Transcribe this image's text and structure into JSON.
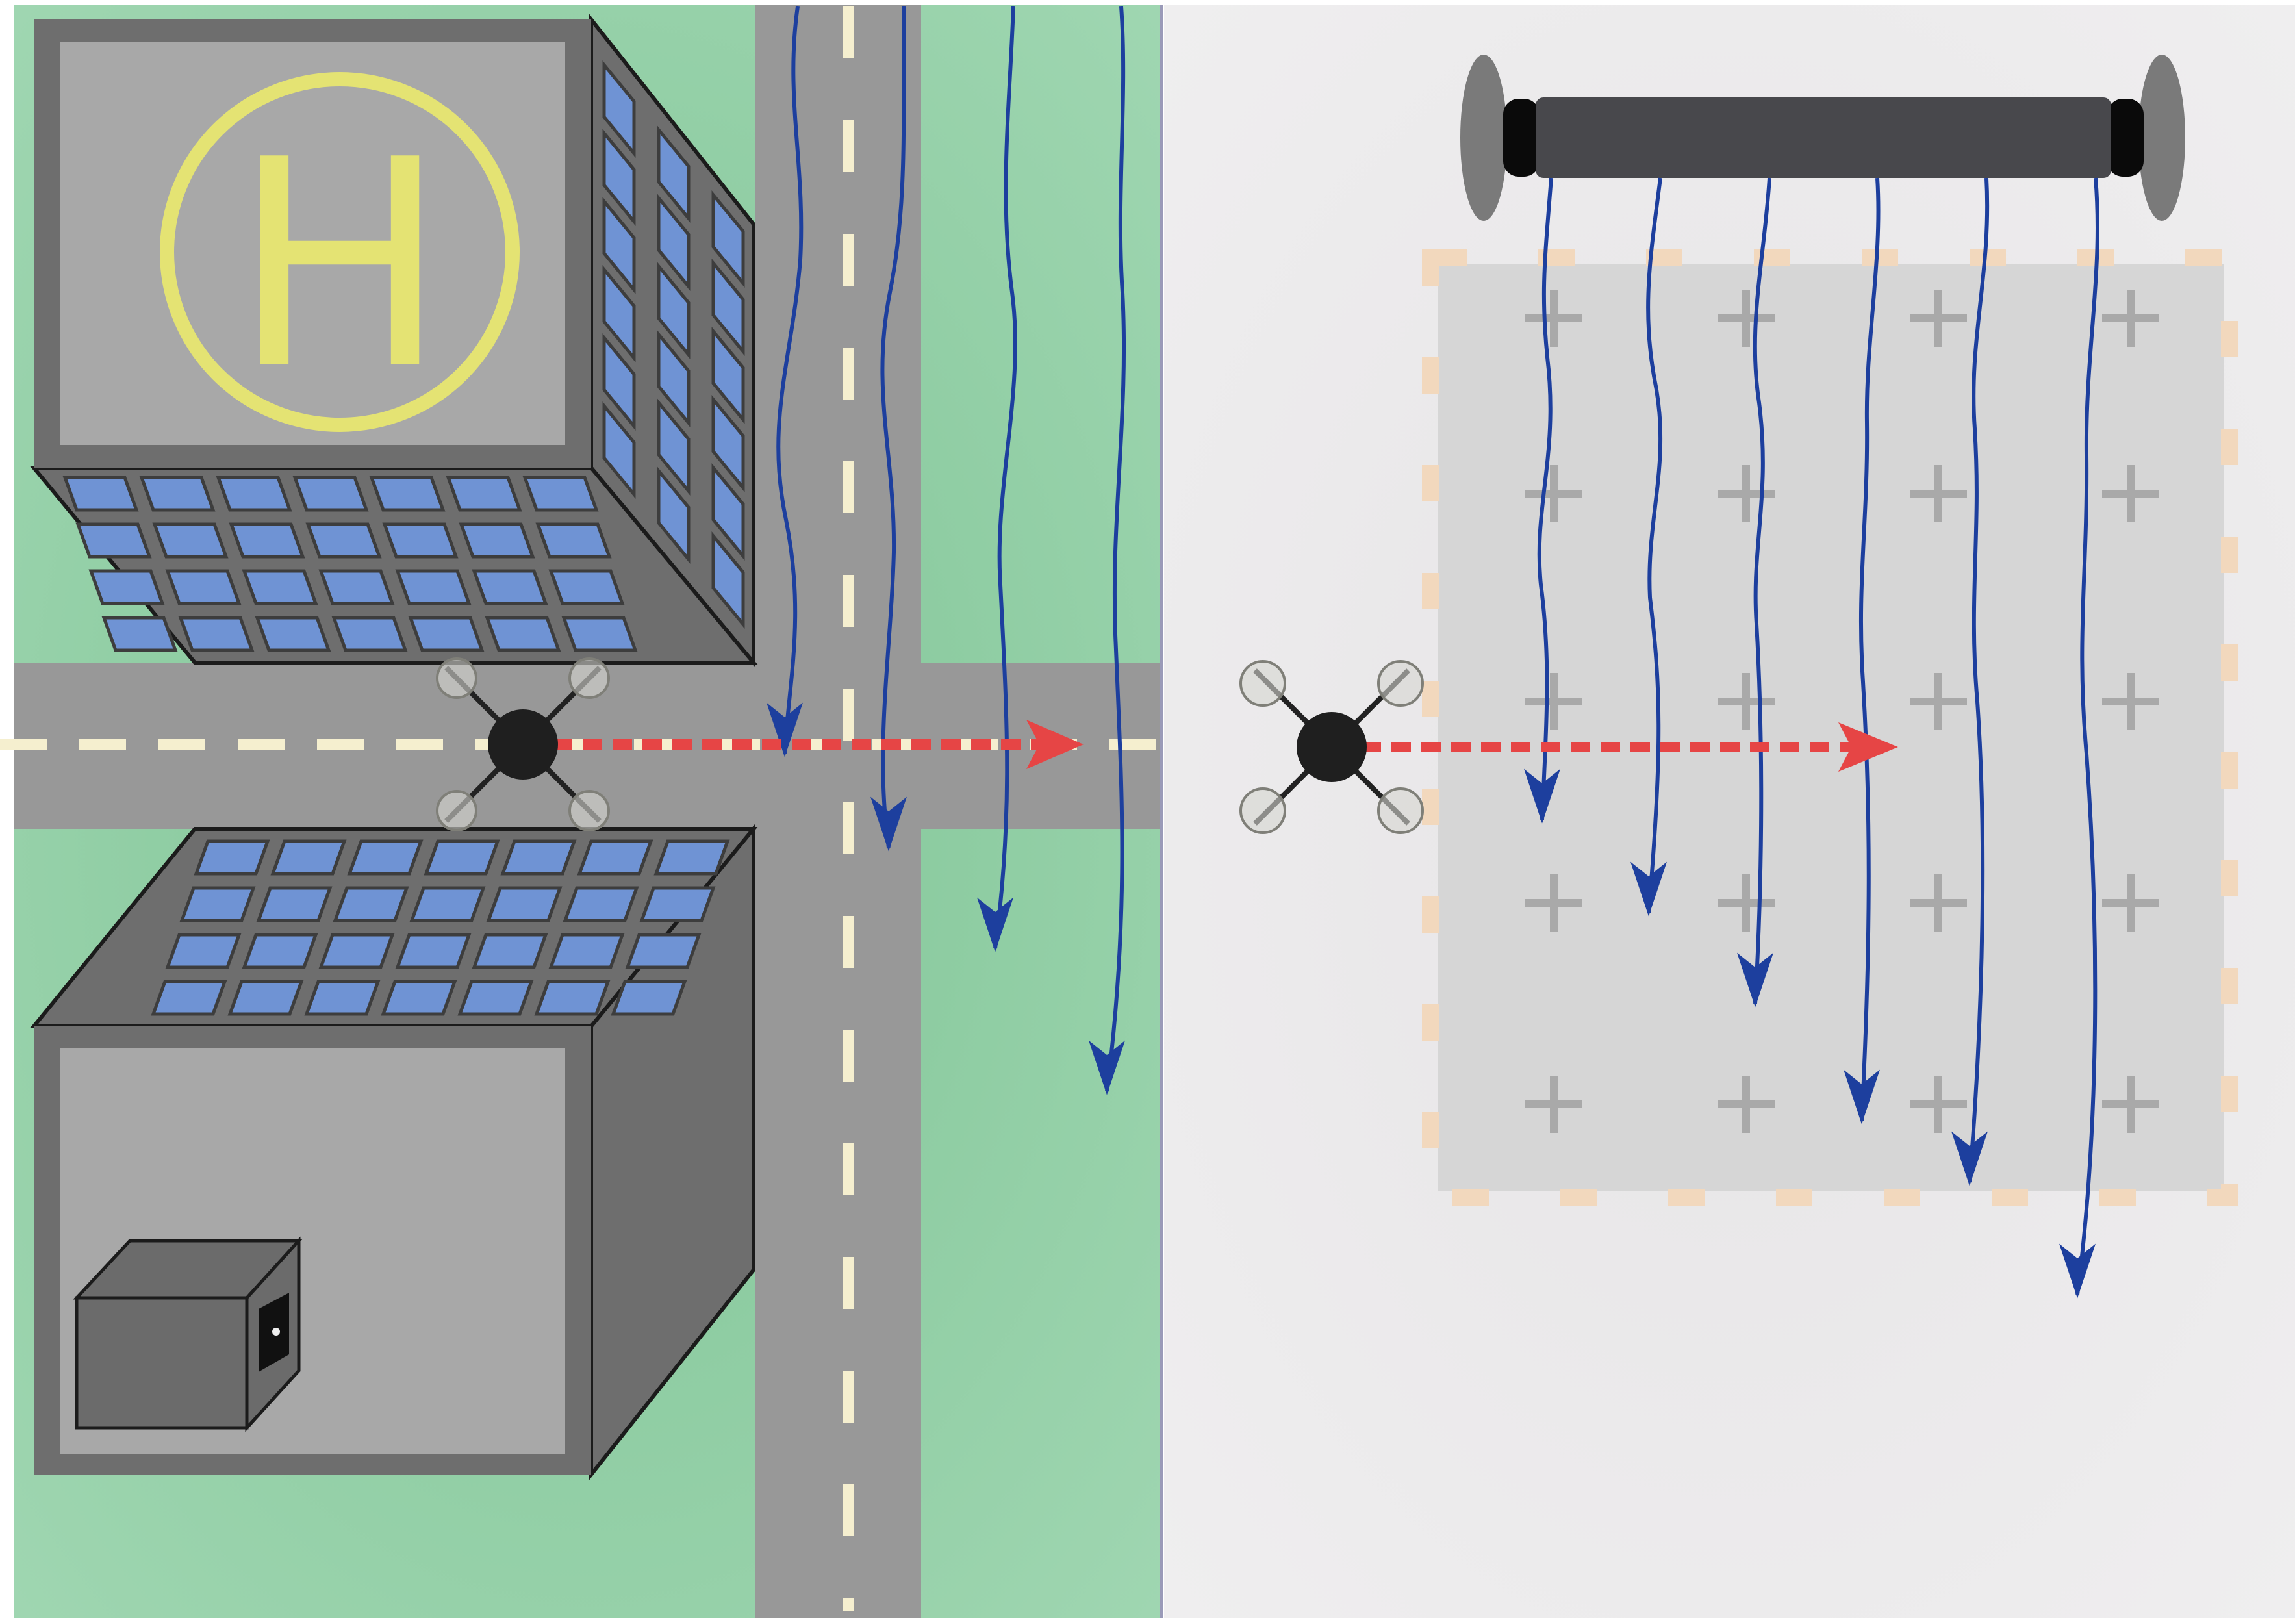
{
  "helipad": {
    "letter": "H"
  },
  "colors": {
    "grass": "#86c99b",
    "road": "#989898",
    "building_top": "#a8a8a8",
    "building_frame": "#6e6e6e",
    "building_side": "#707070",
    "window": "#6f93d4",
    "helipad": "#e4e373",
    "wind_arrow": "#1d3f9e",
    "drone_path": "#e64545",
    "tunnel_bg": "#e8e7e8",
    "test_section": "#d6d6d6",
    "test_section_border": "#f2d8bd",
    "grid_marker": "#a9a9a9",
    "fan": "#48484c"
  },
  "scenes": [
    {
      "name": "urban-environment"
    },
    {
      "name": "wind-tunnel"
    }
  ],
  "icons": {
    "drone": "quadcopter-icon",
    "fan": "fan-array-icon",
    "camera": "camera-box-icon"
  }
}
